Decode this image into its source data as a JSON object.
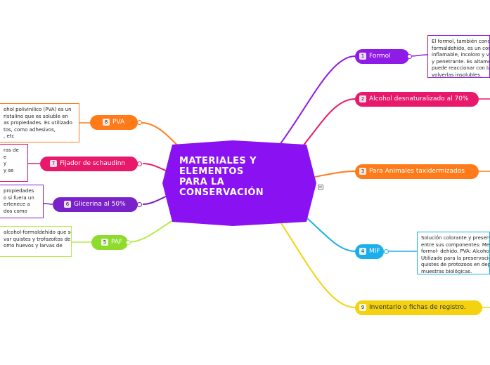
{
  "central": {
    "title_lines": [
      "MATERIALES Y",
      "ELEMENTOS",
      "PARA LA",
      "CONSERVACIÓN"
    ]
  },
  "branches": {
    "b1": {
      "num": "1",
      "label": "Formol",
      "color": "#8f1be6"
    },
    "b2": {
      "num": "2",
      "label": "Alcohol desnaturalizado al 70%",
      "color": "#e8196a"
    },
    "b3": {
      "num": "3",
      "label": "Para Animales taxidermizados",
      "color": "#ff7b1a"
    },
    "b4": {
      "num": "4",
      "label": "MIF",
      "color": "#1aafea"
    },
    "b5": {
      "num": "5",
      "label": "PAF",
      "color": "#8edb2e"
    },
    "b6": {
      "num": "6",
      "label": "Glicerina al 50%",
      "color": "#7a22c9"
    },
    "b7": {
      "num": "7",
      "label": "Fijador de schaudinn",
      "color": "#e8196a"
    },
    "b8": {
      "num": "8",
      "label": "PVA",
      "color": "#ff7b1a"
    },
    "b9": {
      "num": "9",
      "label": "Inventario o fichas de registro.",
      "color": "#f5d20f"
    }
  },
  "notes": {
    "formol": [
      "El formol, también conoc",
      "formaldehído, es un com",
      "inflamable, incoloro y vo",
      "y penetrante. Es altamen",
      "puede reaccionar con las",
      "volverlas insolubles."
    ],
    "pva": [
      "ohol polivinílico (PVA) es un",
      "ristalino que es soluble en",
      "as propiedades. Es utilizado",
      "tos, como adhesivos,",
      ", etc"
    ],
    "schaudinn": [
      "ras de",
      "e",
      "y",
      "y se"
    ],
    "glicerina": [
      "propiedades",
      "o si fuera un",
      "ertenece a",
      "dos como"
    ],
    "paf": [
      "alcohol-formaldehído que se",
      "var quistes y trofozoítos de",
      "omo huevos y larvas de"
    ],
    "mif": [
      "Solución colorante y preserv",
      "entre sus componentes: Mert",
      "formol- dehido. PVA: Alcoho",
      "Utilizado para la preservació",
      "quistes de protozoos en dep",
      "muestras biológicas."
    ]
  }
}
